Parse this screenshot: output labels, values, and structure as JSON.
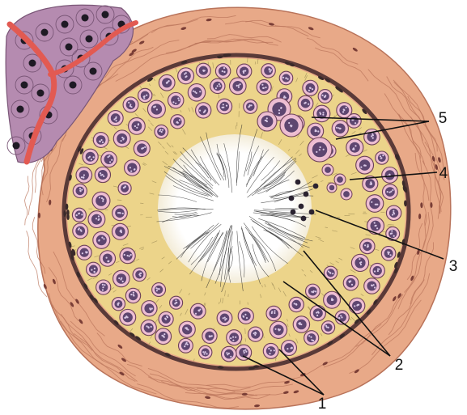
{
  "diagram": {
    "colors": {
      "background": "#ffffff",
      "connective_tissue": "#e8a988",
      "connective_tissue_dark": "#b9735a",
      "basement_ring": "#5a3a38",
      "epithelium": "#ecd48a",
      "lumen": "#ffffff",
      "lumen_strands": "#2a2a2a",
      "cell_membrane": "#f4c6d8",
      "cell_rim": "#6c4158",
      "nucleus": "#5e4670",
      "interstitial_cell": "#b58bb0",
      "interstitial_nucleus": "#1e1a24",
      "blood_vessel": "#e25a52",
      "leader_line": "#111111"
    },
    "labels": [
      {
        "id": "1",
        "text": "1"
      },
      {
        "id": "2",
        "text": "2"
      },
      {
        "id": "3",
        "text": "3"
      },
      {
        "id": "4",
        "text": "4"
      },
      {
        "id": "5",
        "text": "5"
      }
    ]
  }
}
